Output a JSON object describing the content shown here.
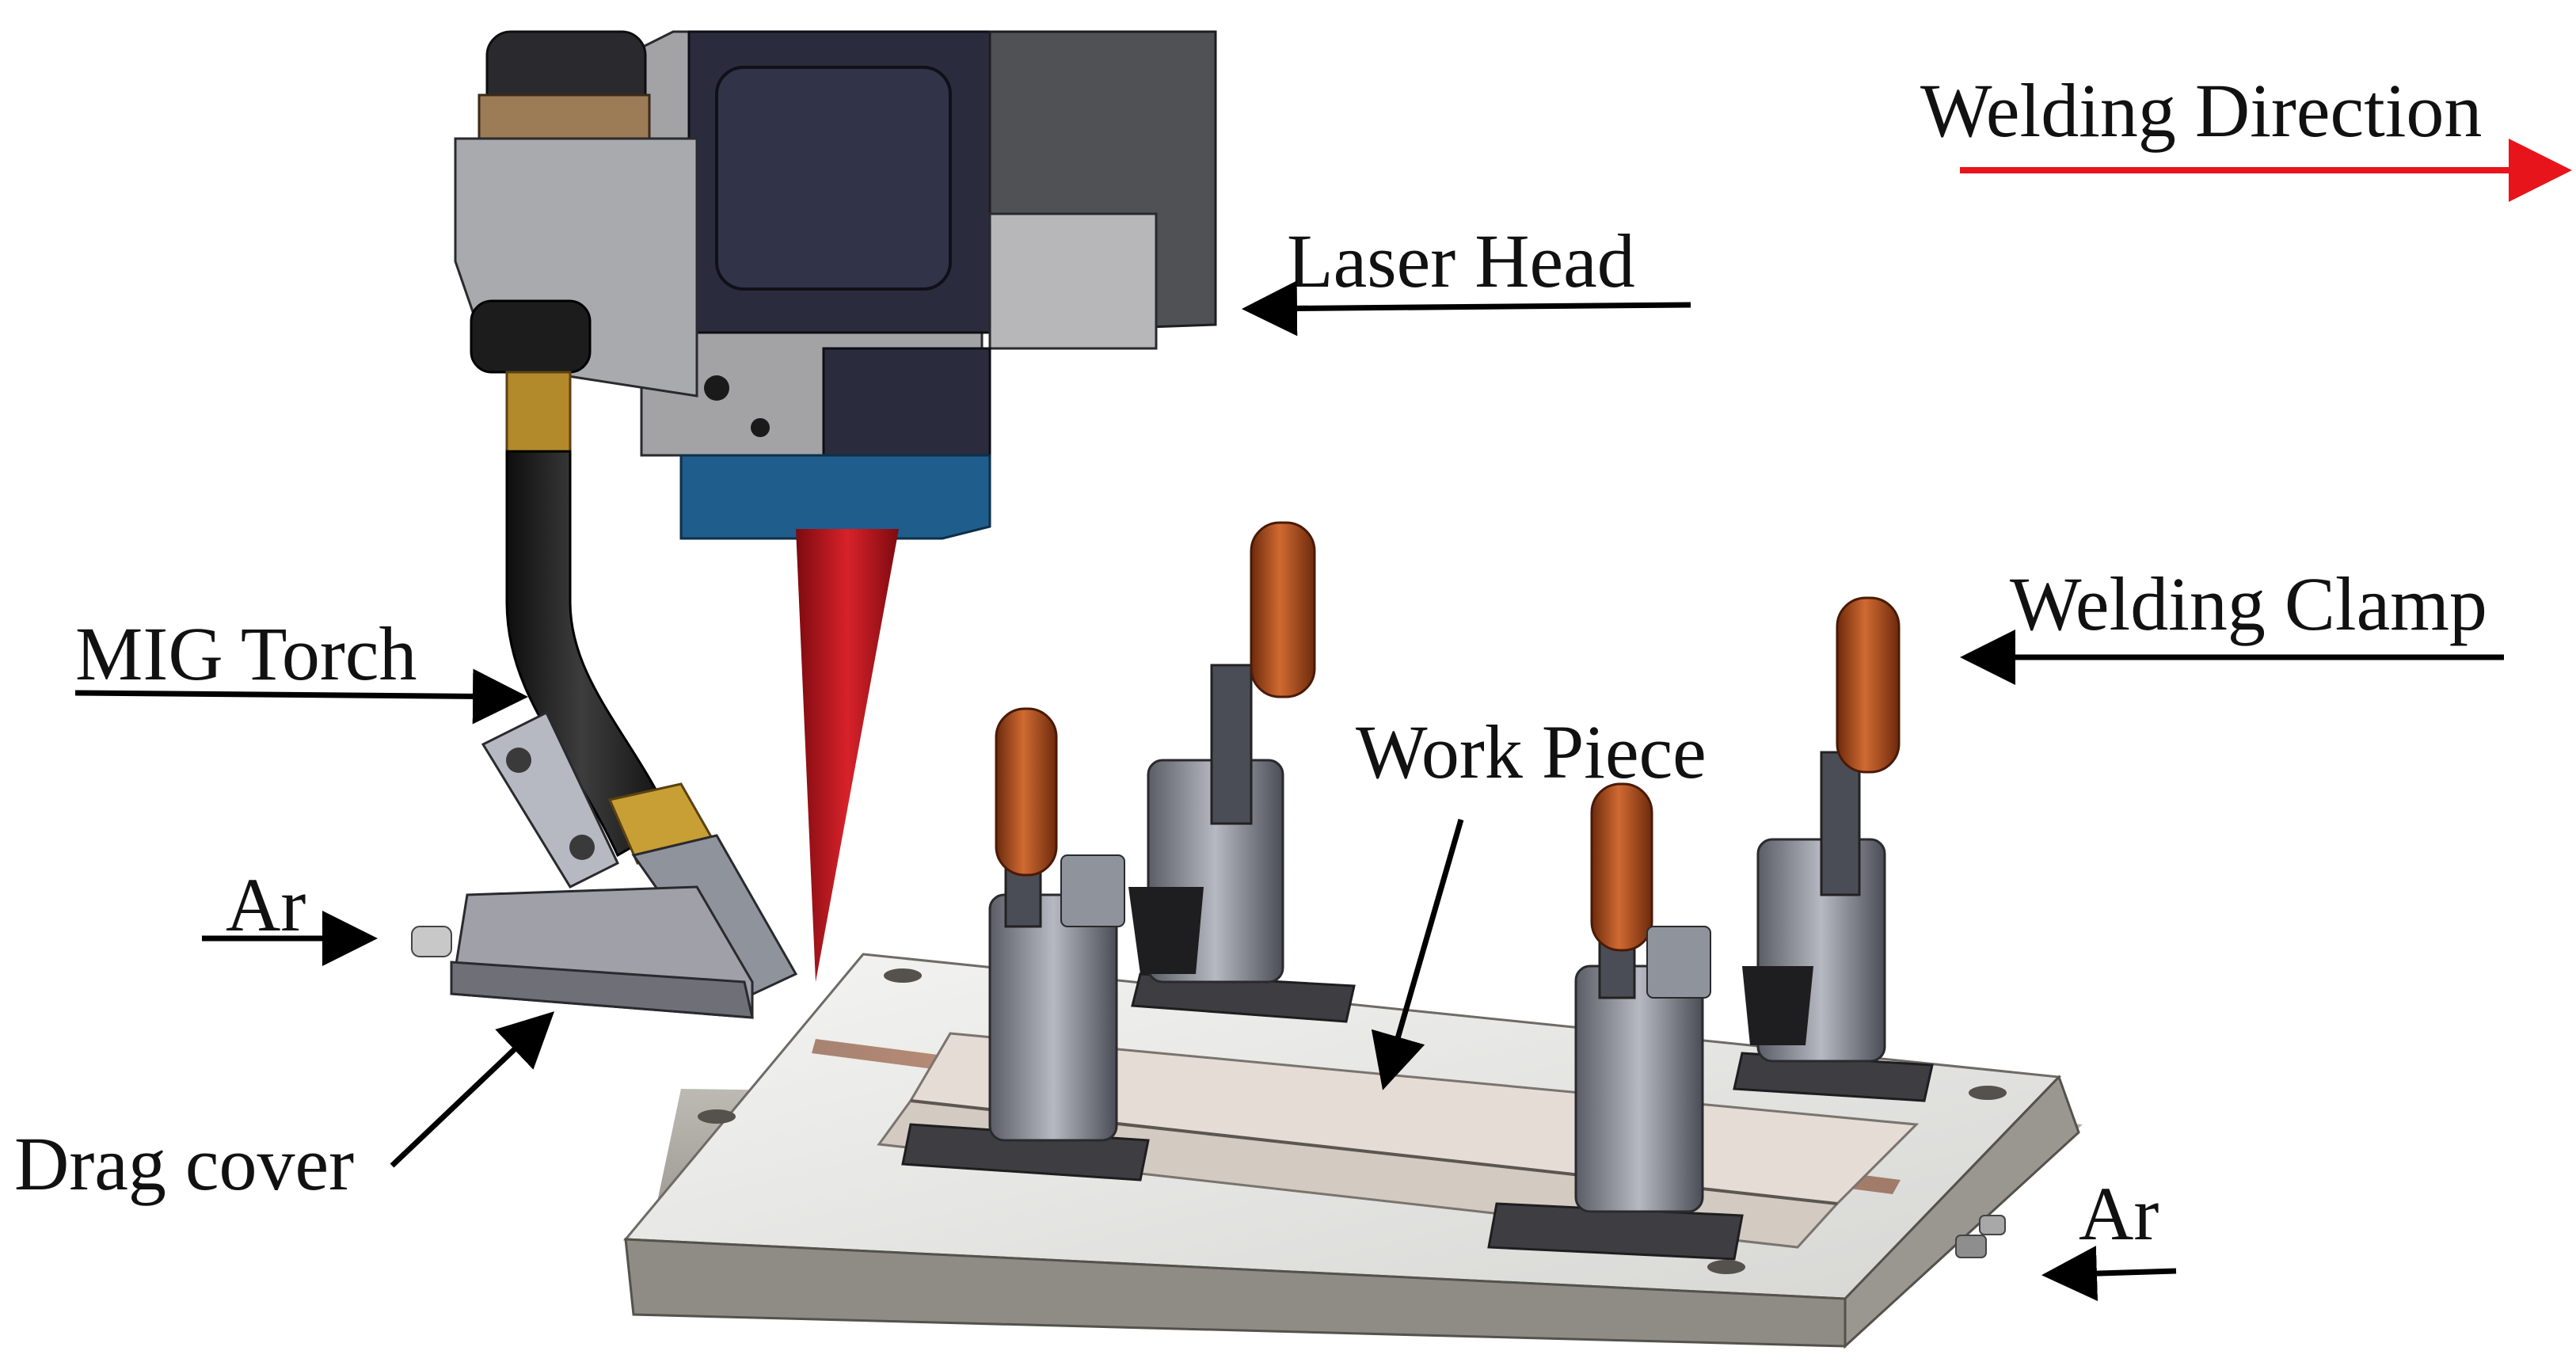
{
  "labels": {
    "welding_direction": "Welding Direction",
    "laser_head": "Laser Head",
    "mig_torch": "MIG Torch",
    "welding_clamp": "Welding Clamp",
    "work_piece": "Work Piece",
    "ar_left": "Ar",
    "ar_right": "Ar",
    "drag_cover": "Drag cover"
  },
  "colors": {
    "welding_direction_arrow": "#e8141b",
    "annotation_arrow": "#000000",
    "laser_head_body": "#2a2c3e",
    "laser_nozzle": "#1f5d8c",
    "laser_beam": "#b0141c",
    "clamp_handle": "#b14a1a",
    "base_plate": "#e6e6e4",
    "work_piece": "#d8cfc6",
    "copper_strip": "#d8936e"
  }
}
